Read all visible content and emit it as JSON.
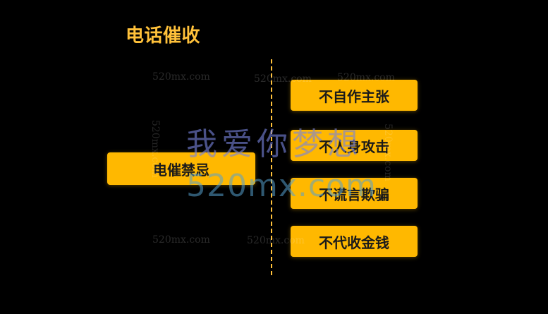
{
  "title": "电话催收",
  "center_node": {
    "label": "电催禁忌"
  },
  "items": [
    {
      "label": "不自作主张"
    },
    {
      "label": "不人身攻击"
    },
    {
      "label": "不谎言欺骗"
    },
    {
      "label": "不代收金钱"
    }
  ],
  "watermark": {
    "small": "520mx.com",
    "big_cn": "我爱你梦想",
    "big_en": "520mx.com"
  },
  "colors": {
    "background": "#000000",
    "accent": "#FFB800",
    "title": "#FFC13A",
    "box_text": "#1a1a1a"
  }
}
